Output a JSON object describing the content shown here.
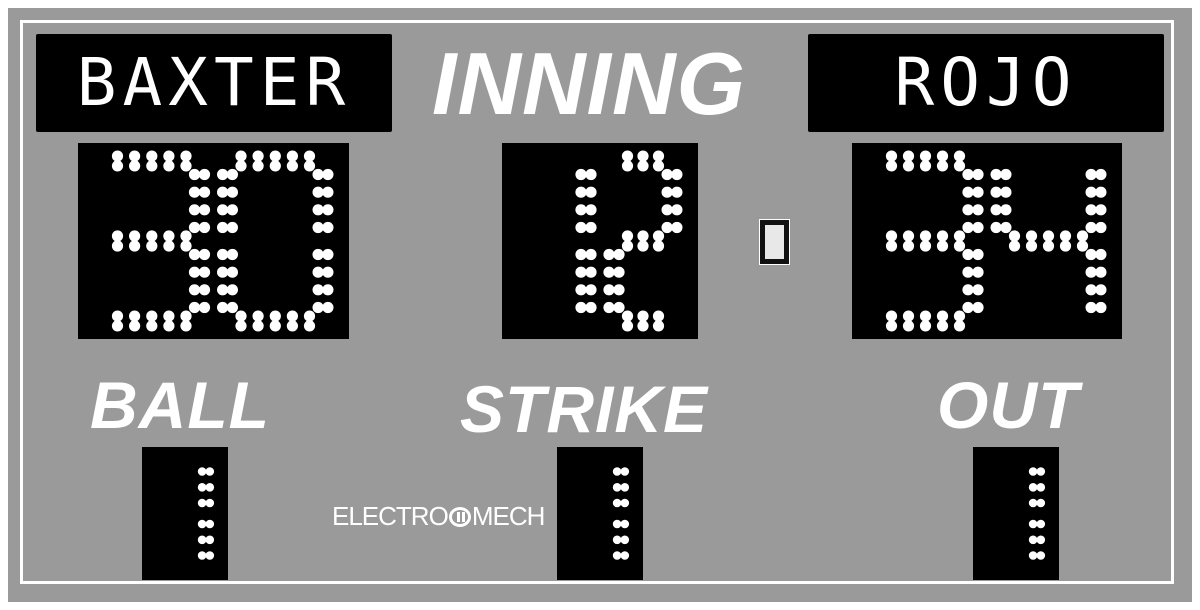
{
  "scoreboard": {
    "home_team": "BAXTER",
    "away_team": "ROJO",
    "home_score": "30",
    "away_score": "34",
    "inning_label": "INNING",
    "inning": "12",
    "ball_label": "BALL",
    "strike_label": "STRIKE",
    "out_label": "OUT",
    "balls": "1",
    "strikes": "1",
    "outs": "1",
    "brand": "ELECTRO",
    "brand_suffix": "MECH"
  },
  "colors": {
    "board": "#9a9a9a",
    "panel": "#000000",
    "lamp": "#ffffff",
    "frame": "#ffffff"
  }
}
